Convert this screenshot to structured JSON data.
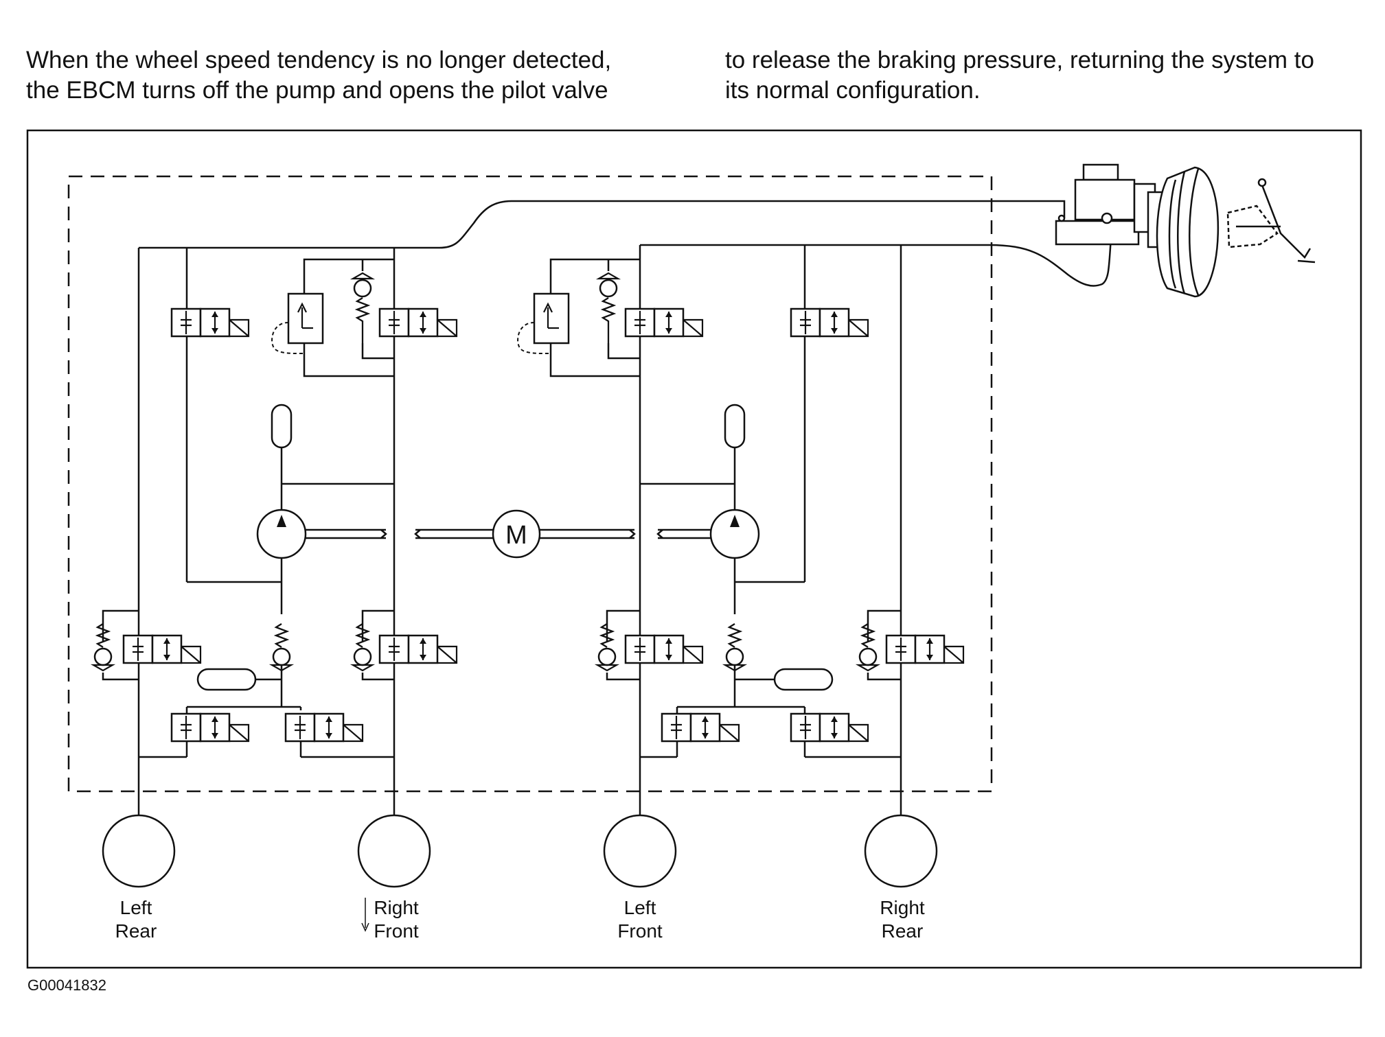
{
  "text": {
    "left": "When the wheel speed tendency is no longer detected,\nthe EBCM turns off the pump and opens the pilot valve",
    "right": "to release the braking pressure, returning the system to\nits normal configuration."
  },
  "motor": "M",
  "wheels": [
    {
      "line1": "Left",
      "line2": "Rear"
    },
    {
      "line1": "Right",
      "line2": "Front"
    },
    {
      "line1": "Left",
      "line2": "Front"
    },
    {
      "line1": "Right",
      "line2": "Rear"
    }
  ],
  "figure_id": "G00041832"
}
